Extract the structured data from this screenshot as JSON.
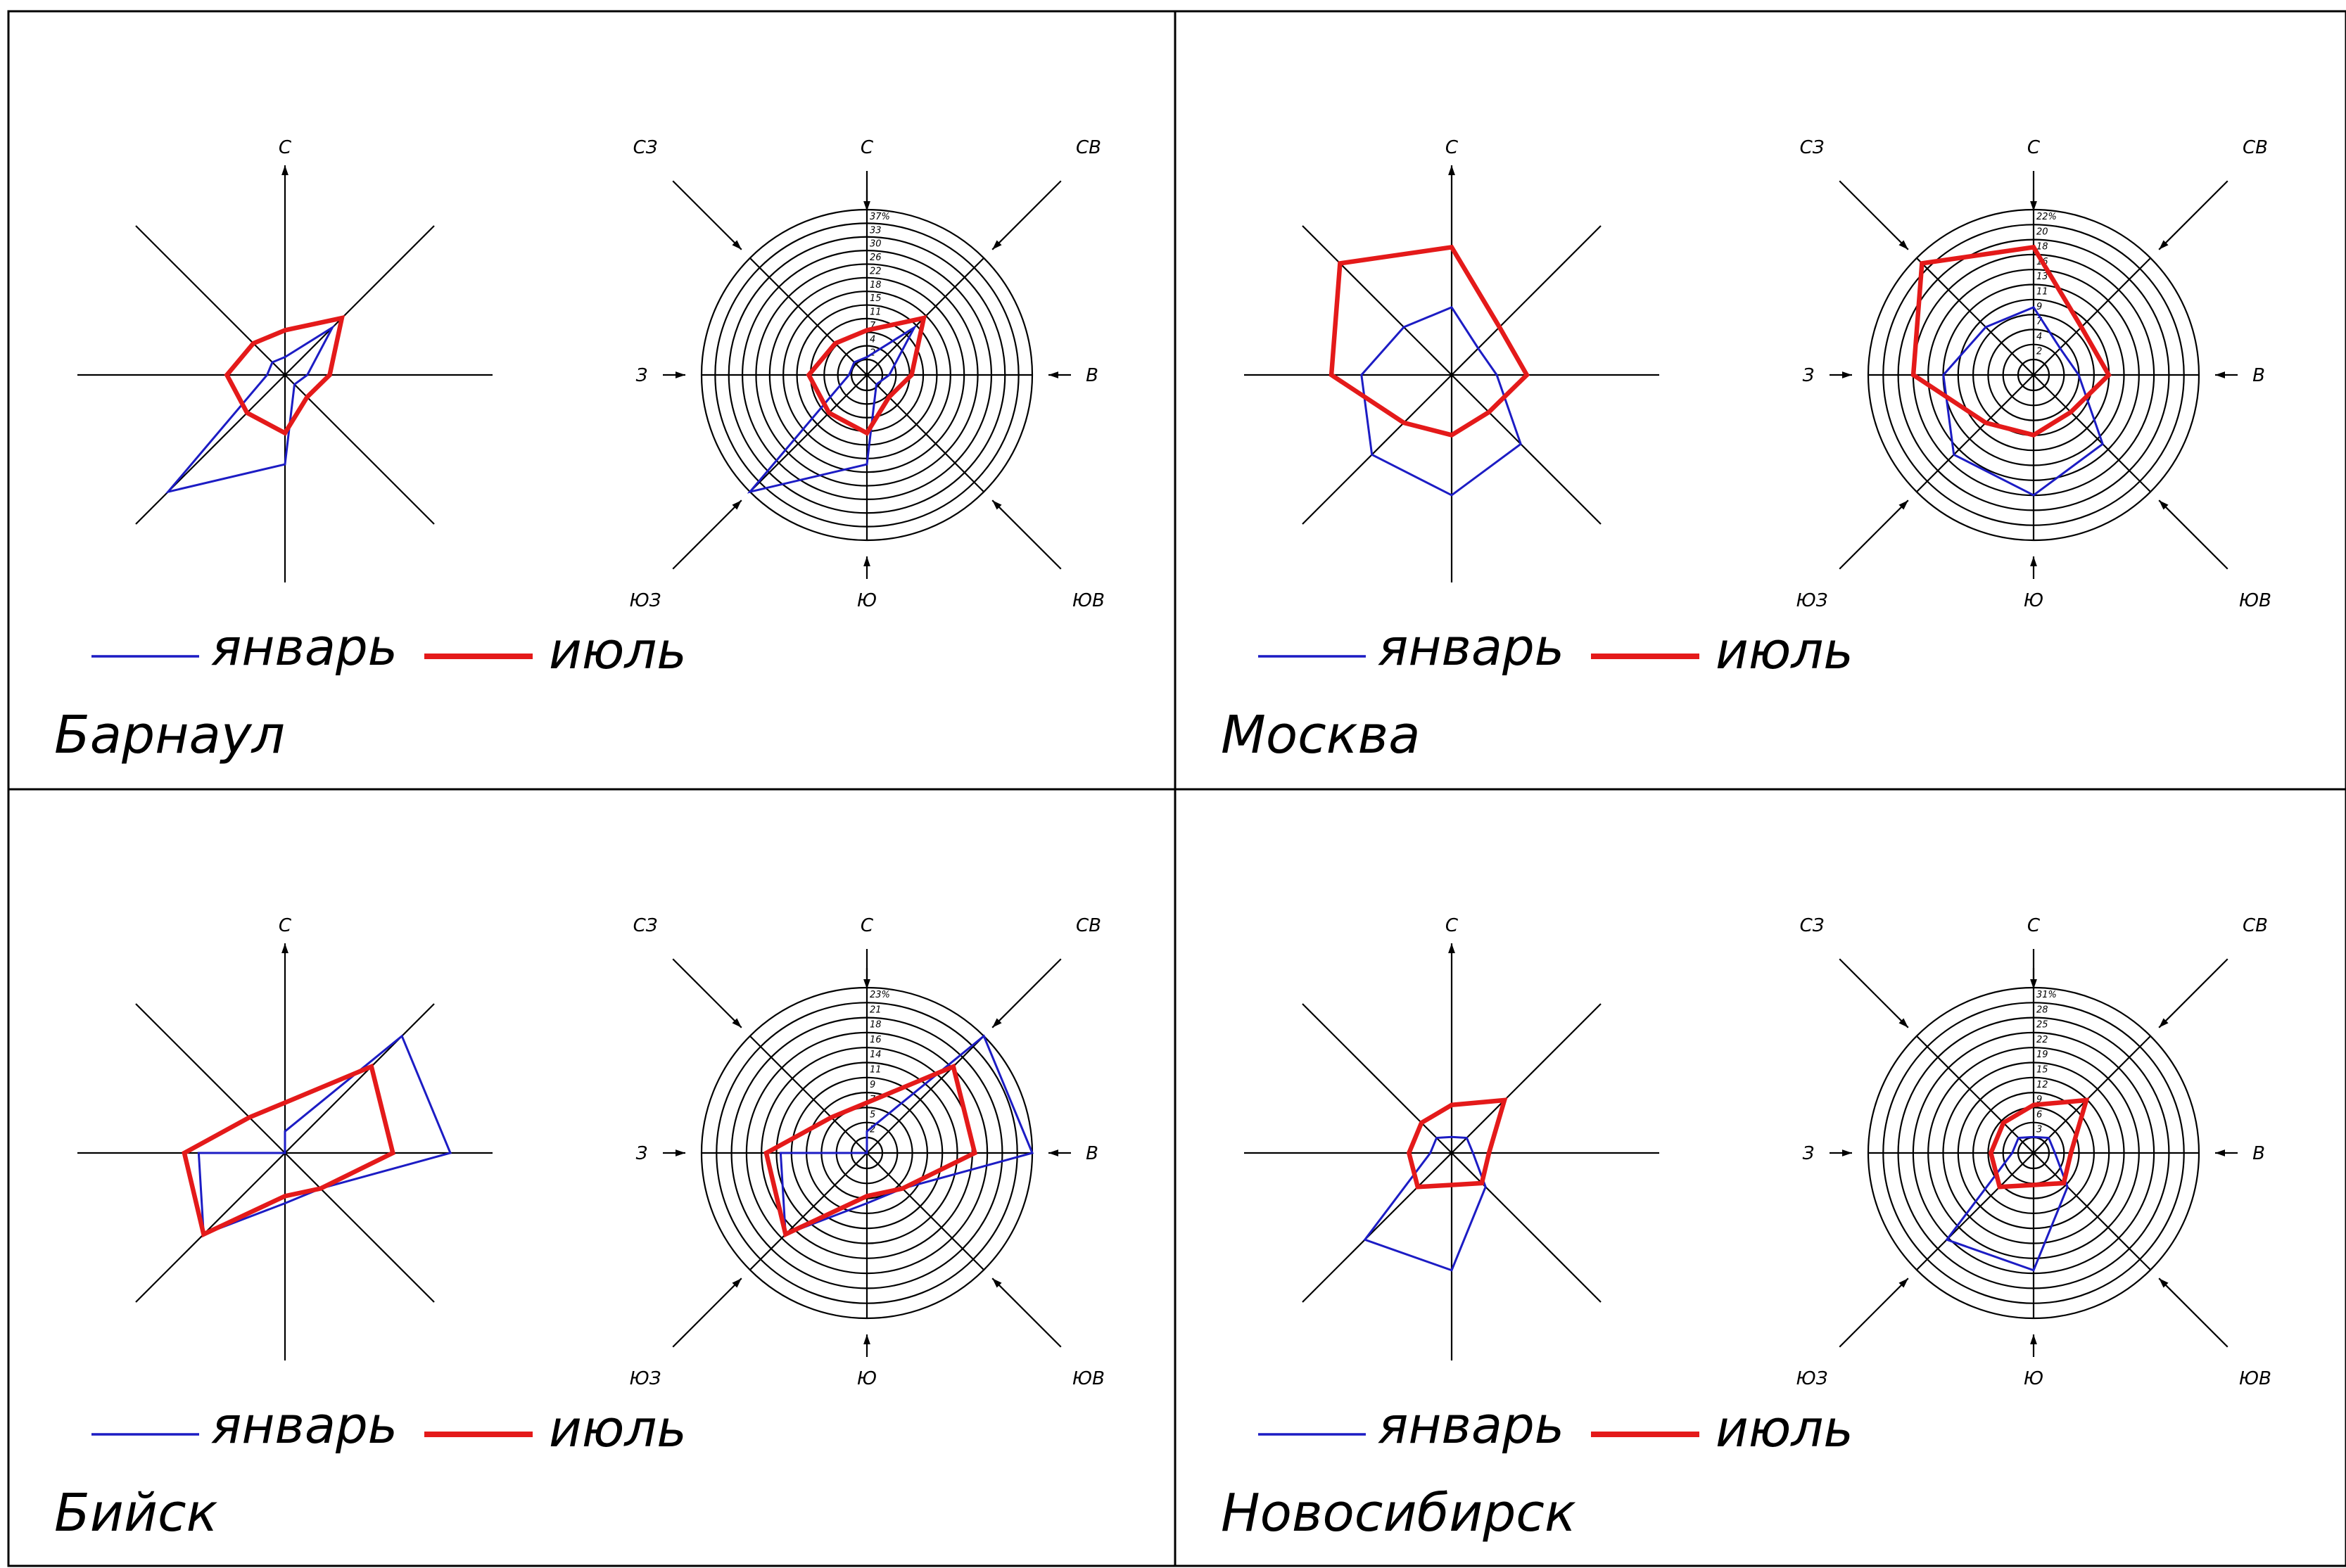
{
  "legend": {
    "january": "январь",
    "july": "июль"
  },
  "colors": {
    "january": "#1c1cc4",
    "july": "#e41a1a",
    "ink": "#000000"
  },
  "directions": {
    "n": "С",
    "ne": "СВ",
    "e": "В",
    "se": "ЮВ",
    "s": "Ю",
    "sw": "ЮЗ",
    "w": "З",
    "nw": "СЗ"
  },
  "chart_data": [
    {
      "type": "radar",
      "title": "Барнаул",
      "axes": [
        "С",
        "СВ",
        "В",
        "ЮВ",
        "Ю",
        "ЮЗ",
        "З",
        "СЗ"
      ],
      "ring_labels": [
        "2",
        "4",
        "7",
        "11",
        "15",
        "18",
        "22",
        "26",
        "30",
        "33",
        "37%"
      ],
      "series": [
        {
          "name": "январь",
          "values": [
            4,
            15,
            5,
            3,
            20,
            37,
            4,
            4
          ]
        },
        {
          "name": "июль",
          "values": [
            10,
            18,
            10,
            7,
            13,
            12,
            13,
            10
          ]
        }
      ]
    },
    {
      "type": "radar",
      "title": "Москва",
      "axes": [
        "С",
        "СВ",
        "В",
        "ЮВ",
        "Ю",
        "ЮЗ",
        "З",
        "СЗ"
      ],
      "ring_labels": [
        "2",
        "4",
        "7",
        "9",
        "11",
        "13",
        "16",
        "18",
        "20",
        "22%"
      ],
      "series": [
        {
          "name": "январь",
          "values": [
            9,
            5,
            6,
            13,
            16,
            15,
            12,
            9
          ]
        },
        {
          "name": "июль",
          "values": [
            17,
            9,
            10,
            7,
            8,
            9,
            16,
            21
          ]
        }
      ]
    },
    {
      "type": "radar",
      "title": "Бийск",
      "axes": [
        "С",
        "СВ",
        "В",
        "ЮВ",
        "Ю",
        "ЮЗ",
        "З",
        "СЗ"
      ],
      "ring_labels": [
        "2",
        "5",
        "7",
        "9",
        "11",
        "14",
        "16",
        "18",
        "21",
        "23%"
      ],
      "series": [
        {
          "name": "январь",
          "values": [
            3,
            23,
            23,
            7,
            7,
            16,
            12,
            0
          ]
        },
        {
          "name": "июль",
          "values": [
            7,
            17,
            15,
            7,
            6,
            16,
            14,
            7
          ]
        }
      ]
    },
    {
      "type": "radar",
      "title": "Новосибирск",
      "axes": [
        "С",
        "СВ",
        "В",
        "ЮВ",
        "Ю",
        "ЮЗ",
        "З",
        "СЗ"
      ],
      "ring_labels": [
        "3",
        "6",
        "9",
        "12",
        "15",
        "19",
        "22",
        "25",
        "28",
        "31%"
      ],
      "series": [
        {
          "name": "январь",
          "values": [
            3,
            4,
            4,
            9,
            22,
            23,
            4,
            4
          ]
        },
        {
          "name": "июль",
          "values": [
            9,
            14,
            7,
            8,
            6,
            9,
            8,
            8
          ]
        }
      ]
    }
  ]
}
